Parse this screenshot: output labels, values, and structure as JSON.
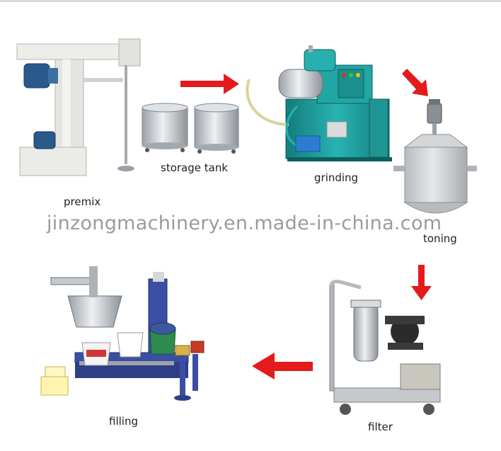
{
  "labels": {
    "premix": "premix",
    "storage_tank": "storage tank",
    "grinding": "grinding",
    "toning": "toning",
    "filter": "filter",
    "filling": "filling"
  },
  "watermark": "jinzongmachinery.en.made-in-china.com",
  "colors": {
    "arrow": "#e31b1b",
    "machine_white": "#e8e8e4",
    "motor_blue": "#2a5a8c",
    "teal_machine": "#1f9c9c",
    "steel": "#c9ccd0",
    "pump_black": "#2b2b2b",
    "frame_blue": "#3a4fa3"
  }
}
